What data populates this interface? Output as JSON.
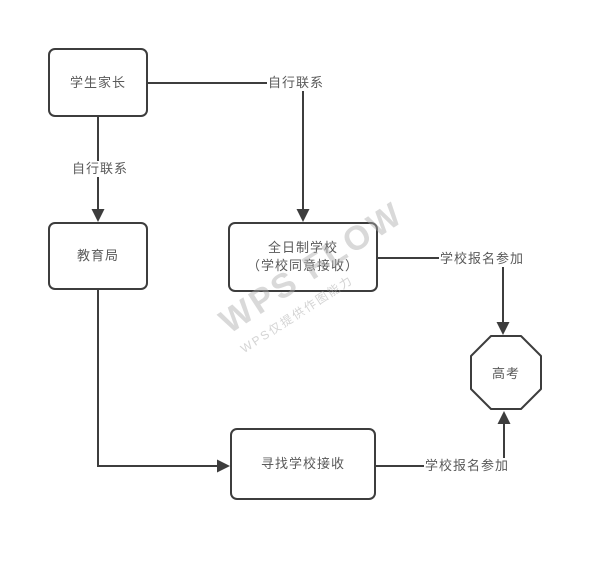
{
  "flowchart": {
    "nodes": {
      "student_parents": {
        "label": "学生家长"
      },
      "education_bureau": {
        "label": "教育局"
      },
      "fulltime_school": {
        "label_line1": "全日制学校",
        "label_line2": "（学校同意接收）"
      },
      "find_school": {
        "label": "寻找学校接收"
      },
      "gaokao": {
        "label": "高考"
      }
    },
    "edge_labels": {
      "contact_self_top": "自行联系",
      "contact_self_left": "自行联系",
      "register_top": "学校报名参加",
      "register_bottom": "学校报名参加"
    },
    "colors": {
      "stroke": "#3d3d3d",
      "node_fill": "#ffffff",
      "text": "#595959",
      "background": "#ffffff",
      "watermark": "#d3d3d3"
    }
  },
  "watermark": {
    "big": "WPS FLOW",
    "small": "WPS仅提供作图能力"
  }
}
